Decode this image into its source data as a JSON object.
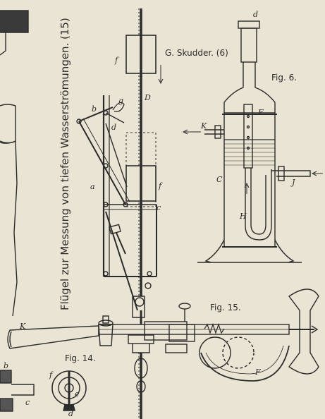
{
  "vertical_title": "Flügel zur Messung von tiefen Wasserströmungen. (15)",
  "attribution": "G. Skudder. (6)",
  "figures": {
    "fig6": "Fig. 6.",
    "fig14": "Fig. 14.",
    "fig15": "Fig. 15."
  },
  "labels": {
    "d_top": "d",
    "F_fig6": "F",
    "K_fig6": "K",
    "C": "C",
    "J": "J",
    "H": "H",
    "f_upper": "f",
    "D": "D",
    "b": "b",
    "g": "g",
    "d_mid": "d",
    "a": "a",
    "f_lower": "f",
    "c": "c",
    "K_left": "K",
    "F_fig15": "F",
    "b_left": "b",
    "c_left": "c",
    "f_fig14": "f",
    "e_fig14": "e",
    "d_fig14": "d"
  },
  "colors": {
    "paper": "#e9e4d3",
    "ink": "#2b2b2b"
  }
}
